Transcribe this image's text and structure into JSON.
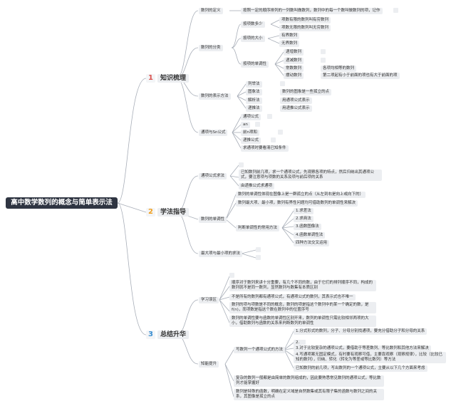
{
  "root": "高中数学数列的概念与简单表示法",
  "sections": [
    {
      "num": "1",
      "label": "知识梳理"
    },
    {
      "num": "2",
      "label": "学法指导"
    },
    {
      "num": "3",
      "label": "总结升华"
    }
  ],
  "s1": {
    "def": "数列的定义",
    "def_text": "按照一定的顺序排列的一列数叫做数列，数列中的每一个数叫做数列的项，记作",
    "class": "数列的分类",
    "by_count": "按项数多少",
    "finite": "项数有限的数列叫有穷数列",
    "infinite": "项数无限的数列叫无穷数列",
    "by_size": "按项的大小",
    "bounded": "有界数列",
    "unbounded": "无界数列",
    "by_mono": "按项的单调性",
    "inc": "递增数列",
    "dec": "递减数列",
    "const": "常数数列",
    "const_desc": "各项均相等的数列",
    "osc": "摆动数列",
    "osc_desc": "第二项起有小于前面的项也有大于前面的项",
    "repr": "数列的表示方法",
    "list": "列举法",
    "graph": "图象法",
    "graph_desc": "数列的图象是一些孤立的点",
    "analytic": "解析法",
    "analytic_desc": "用通项公式表示",
    "recur": "递推法",
    "recur_desc": "用递推公式表示",
    "formulas": "通项与Sn公式",
    "general": "通项公式",
    "f2": "an",
    "sn": "前n项和",
    "recur_f": "递推公式",
    "cond": "求通项时要看清已知条件"
  },
  "s2": {
    "gf": "通项公式求法",
    "gf_a": "已知数列前几项，求一个通项公式，先观察各项的特点，然后归纳出其通项公式，要注意项与项数的关系及项与前后项的关系",
    "gf_b": "由递推公式求通项",
    "mono": "数列的单调性",
    "mono_a": "数列的单调性体现在图像上是一群孤立的点（从左到右是向上或向下的）",
    "mono_b": "数列最大项、最小项，数列有界性问题均可借助数列的单调性来解决",
    "mono_c": "判断单调性的常用方法",
    "m1": "1.求差法",
    "m2": "2.求商法",
    "m3": "3.函数图像法",
    "m4": "4.函数单调性法",
    "m5": "四种方法交叉运用",
    "maxmin": "最大项与最小项的求法"
  },
  "s3": {
    "learn": "学习误区",
    "l1": "顺序对于数列来讲十分重要，有几个不同的数，由于它们的排列顺序不同，构成的数列就不是同一数列，显然数列与数集有本质区别",
    "l2": "不是所有的数列都有通项公式，有通项公式的数列，其表示式也不唯一",
    "l3": "数列的项与项数是不同的概念，数列的项是指这个数列中的某一个确定的数，是f(n)，而项数是指这个数在数列中的位置序号",
    "l4": "数列的单调性要与函数的单调性区别开来，数列的单调性只需比较相邻两项的大小，借助数列与函数的关系来判断数列的单调性",
    "adv": "知能提升",
    "ways": "写数列一个通项公式的方法",
    "w1": "1.分式形式的数列，分子、分母分别找通项，要充分借助分子和分母的关系",
    "w2": "2.",
    "w3": "3.对于比较复杂的通项公式，要借助于等差数列、等比数列和其他方法来解决",
    "w4": "4.写通项案无固定模式，有时要有观察可借，主要靠观察（观察规律），比较（比较已知的数列），归纳、转化（转化为等差或等比数列）等方法",
    "w5": "已知数列的前几项，写出数列的一个通项公式，主要从以下几个方面来考虑",
    "a2": "复杂的数列一般都是由简单的数列组成的，因此要熟悉常见数列的通项公式，等比数列才能掌握好",
    "a3": "数列是特殊的函数，明确在定义域是自然数集或其有限子集的函数与数列之间的关系，其图像是孤立的点"
  }
}
